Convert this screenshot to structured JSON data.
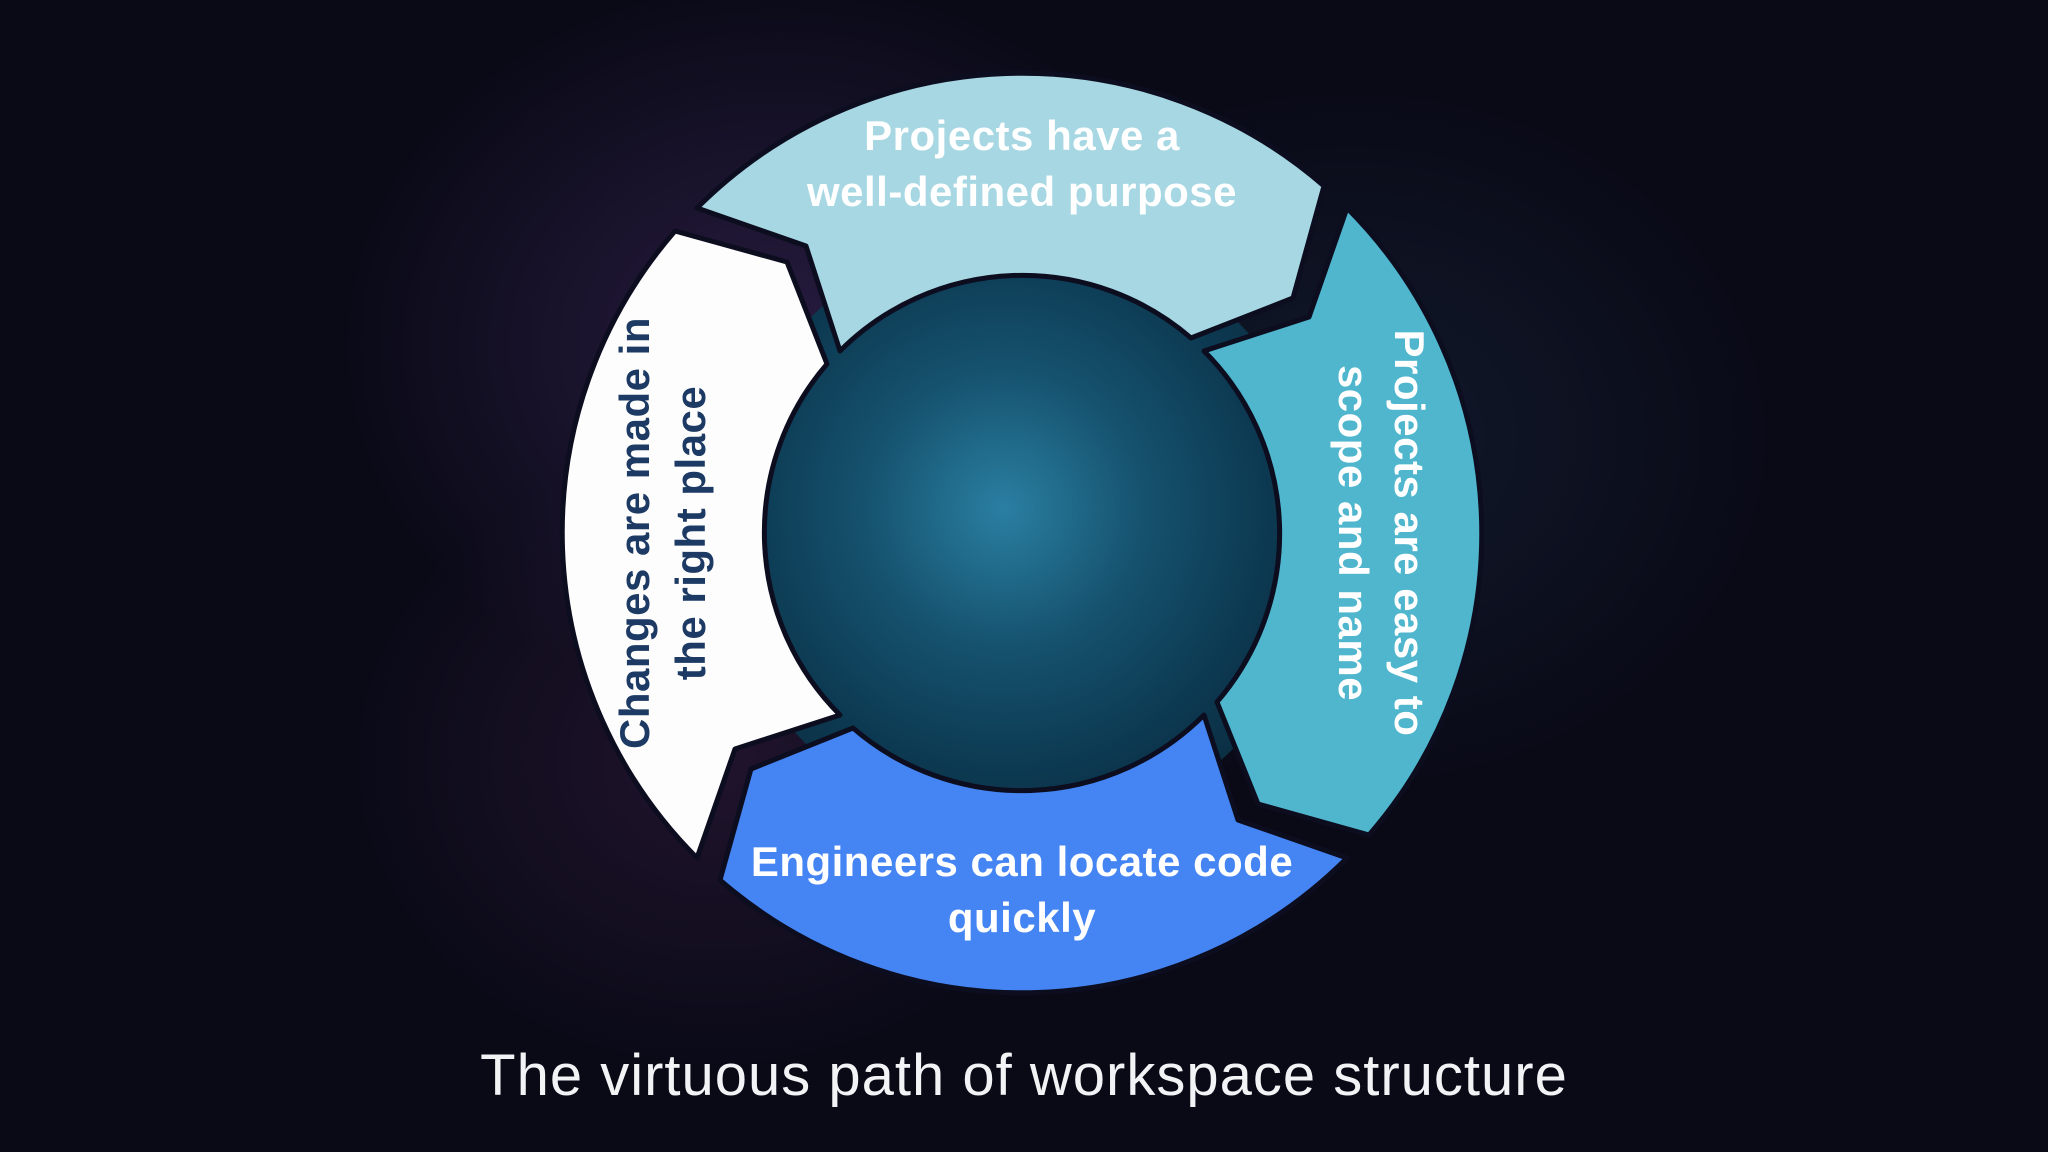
{
  "diagram": {
    "title": "The virtuous path of workspace structure",
    "segments": [
      {
        "id": "top",
        "label": "Projects have a well-defined purpose",
        "label_line1": "Projects have a",
        "label_line2": "well-defined purpose",
        "color": "#a6d7e3",
        "text_color": "#ffffff"
      },
      {
        "id": "right",
        "label": "Projects are easy to scope and name",
        "label_line1": "Projects are easy to",
        "label_line2": "scope and name",
        "color": "#4fb6cd",
        "text_color": "#ffffff"
      },
      {
        "id": "bottom",
        "label": "Engineers can locate code quickly",
        "label_line1": "Engineers can locate code",
        "label_line2": "quickly",
        "color": "#4484f3",
        "text_color": "#ffffff"
      },
      {
        "id": "left",
        "label": "Changes are made in the right place",
        "label_line1": "Changes are made in",
        "label_line2": "the right place",
        "color": "#fdfdfd",
        "text_color": "#1c3a63"
      }
    ],
    "colors": {
      "background": "#0a0a17",
      "segment_outline": "#0d0d20",
      "sphere_center": "#2a7fa2",
      "sphere_edge": "#0a2a3c",
      "caption_text": "#f2f3f5",
      "glow_purple": "#7c4db5"
    }
  }
}
